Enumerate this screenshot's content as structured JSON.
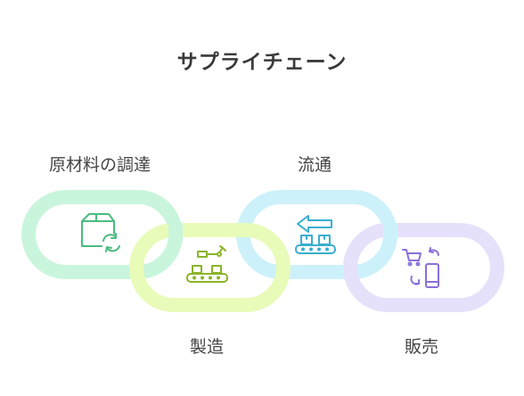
{
  "title": "サプライチェーン",
  "stages": [
    {
      "label": "原材料の調達",
      "icon": "box-recycle-icon",
      "color": "#c9f5dd",
      "icon_color": "#4cbb7f"
    },
    {
      "label": "製造",
      "icon": "factory-conveyor-icon",
      "color": "#e8fbb9",
      "icon_color": "#8ab42a"
    },
    {
      "label": "流通",
      "icon": "conveyor-arrow-icon",
      "color": "#cdf1fa",
      "icon_color": "#3aaed0"
    },
    {
      "label": "販売",
      "icon": "cart-phone-icon",
      "color": "#e6e1fb",
      "icon_color": "#8a6fd8"
    }
  ]
}
